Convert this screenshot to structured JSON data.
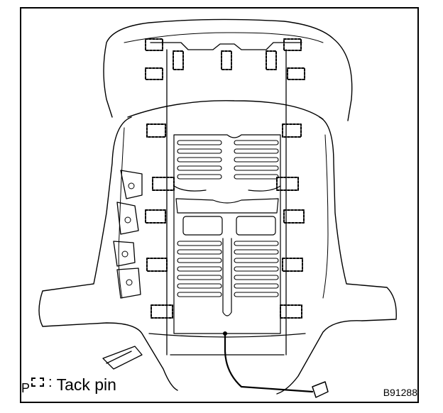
{
  "legend": {
    "prefix": "P",
    "colon": ":",
    "label": "Tack pin"
  },
  "figure": {
    "code": "B91288"
  },
  "colors": {
    "line": "#000000",
    "background": "#ffffff",
    "shade": "#d8d8d8"
  }
}
